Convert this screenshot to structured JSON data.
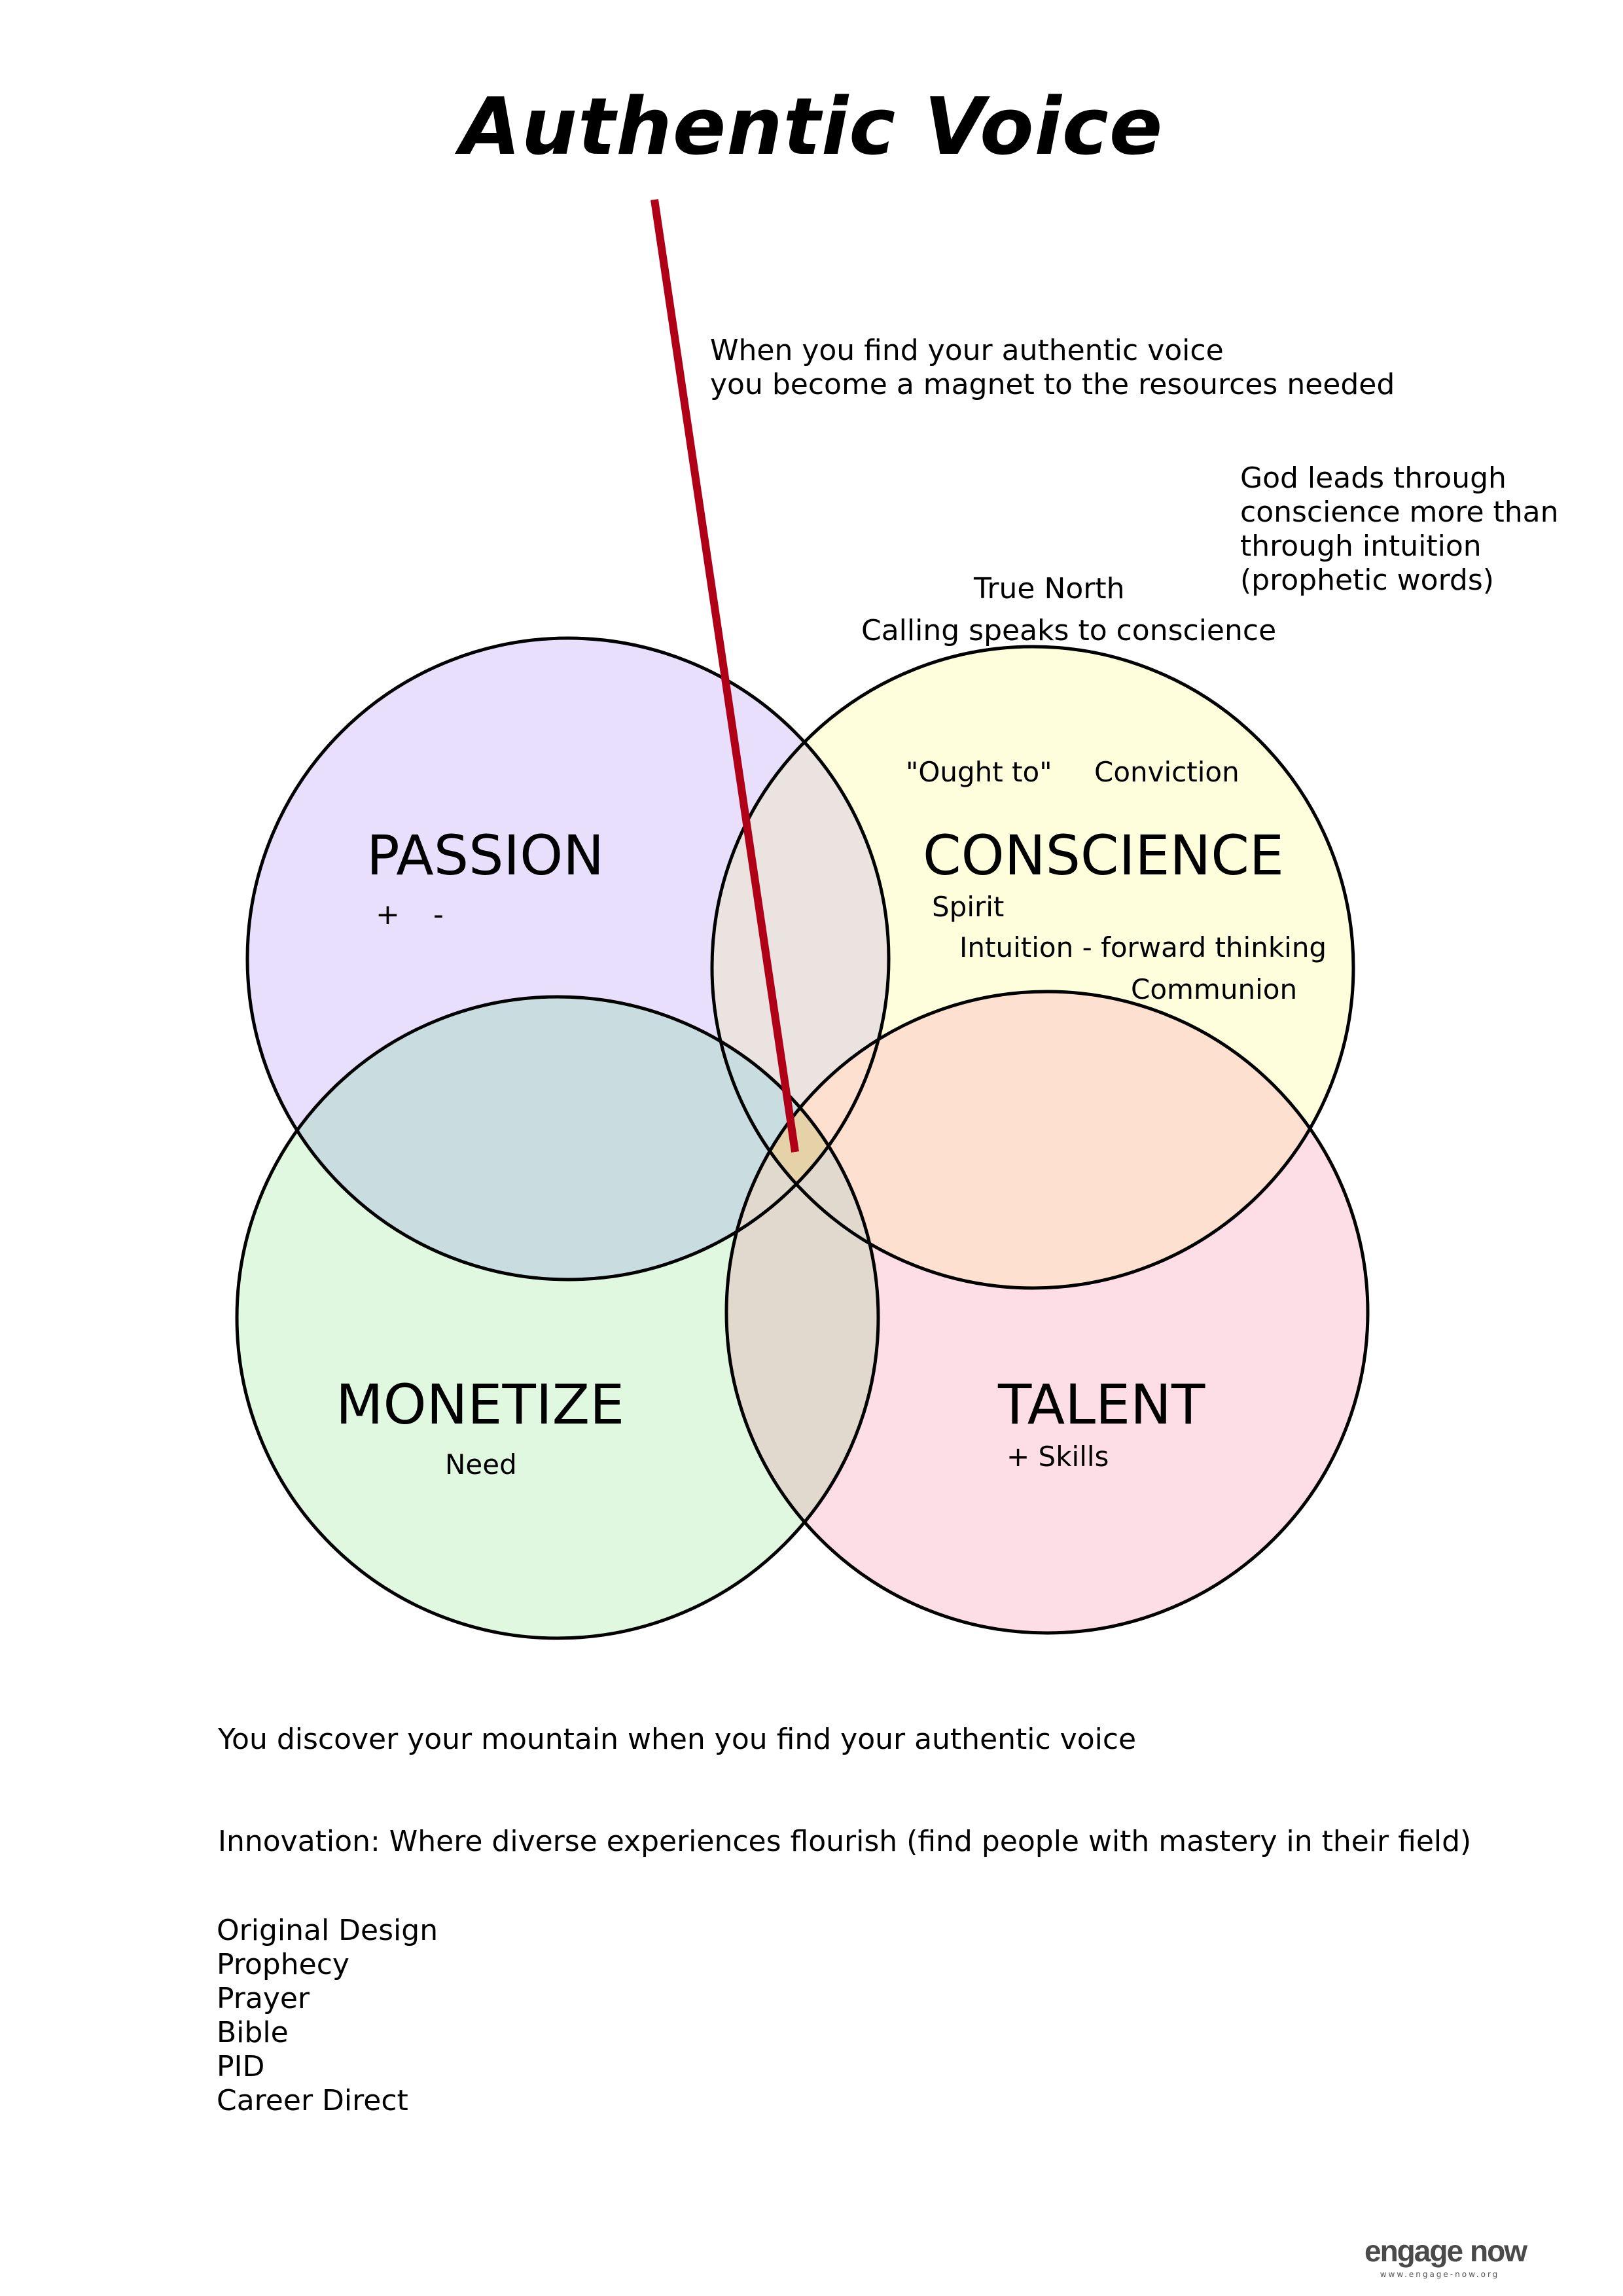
{
  "title": "Authentic Voice",
  "callout": {
    "line1": "When you find your authentic voice",
    "line2": "you become a magnet to the resources needed"
  },
  "god_note": [
    "God leads through",
    "conscience more than",
    "through intuition",
    "(prophetic words)"
  ],
  "true_north": "True North",
  "calling": "Calling speaks to conscience",
  "circles": {
    "passion": {
      "label": "PASSION",
      "plus": "+",
      "minus": "-",
      "color": "#e8dffd"
    },
    "conscience": {
      "label": "CONSCIENCE",
      "ought": "\"Ought to\"",
      "conviction": "Conviction",
      "spirit": "Spirit",
      "intuition": "Intuition - forward thinking",
      "communion": "Communion",
      "color": "#fefedd"
    },
    "monetize": {
      "label": "MONETIZE",
      "need": "Need",
      "color": "#dff8df"
    },
    "talent": {
      "label": "TALENT",
      "skills": "+ Skills",
      "color": "#fddde6"
    }
  },
  "overlap_colors": {
    "passion_conscience": "#eae3df",
    "passion_monetize": "#c9dde0",
    "conscience_talent": "#fde0cf",
    "monetize_talent": "#e1d9cd",
    "center": "#e6d2a8"
  },
  "pointer_color": "#b00018",
  "mountain": "You discover your mountain when you find your authentic voice",
  "innovation": "Innovation: Where diverse experiences flourish (find people with mastery in their field)",
  "resources": [
    "Original Design",
    "Prophecy",
    "Prayer",
    "Bible",
    "PID",
    "Career Direct"
  ],
  "logo": {
    "left": "engage",
    "right": "now",
    "url": "www.engage-now.org",
    "accent": "#c8102e"
  }
}
